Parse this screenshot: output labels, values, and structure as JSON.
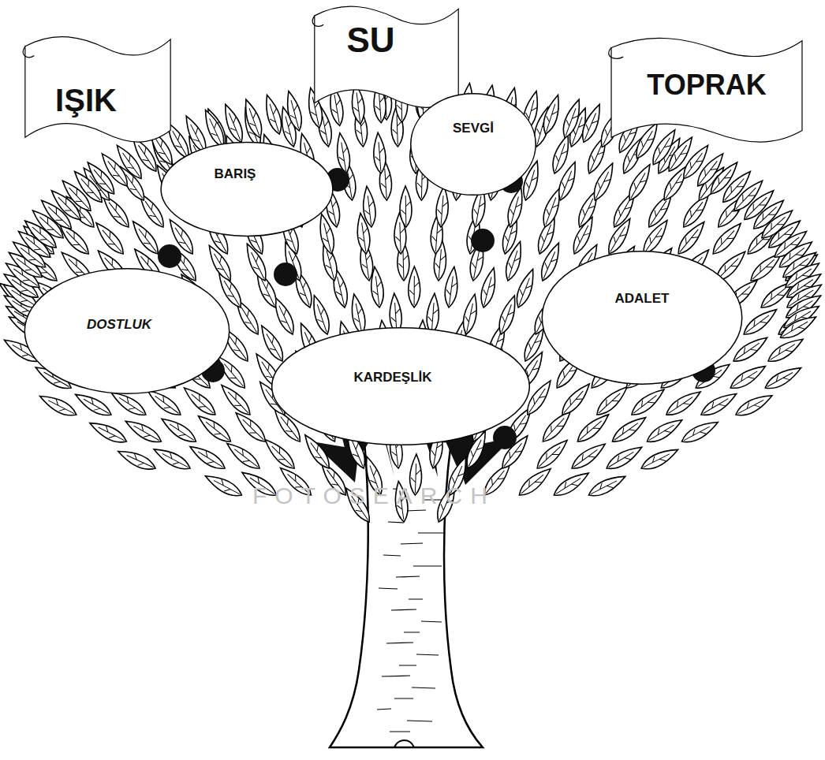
{
  "diagram": {
    "nodes": [
      {
        "text": [
          "IŞIK"
        ]
      },
      {
        "text": [
          "SU"
        ]
      },
      {
        "text": [
          "TOPRAK"
        ]
      },
      {
        "text": [
          "BARIŞ"
        ]
      },
      {
        "text": [
          "SEVGİ"
        ]
      },
      {
        "text": [
          "DOSTLUK"
        ]
      },
      {
        "text": [
          "ADALET"
        ]
      },
      {
        "text": [
          "KARDEŞLİK"
        ]
      }
    ],
    "edges": [],
    "labels": [
      "FOTOSEARCH"
    ]
  }
}
